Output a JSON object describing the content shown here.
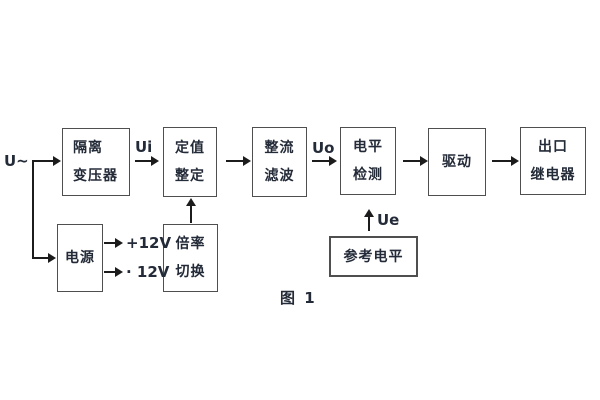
{
  "figure": {
    "caption": "图 1",
    "background": "#ffffff"
  },
  "colors": {
    "box_border": "#4f4f4f",
    "text": "#242b38",
    "arrow": "#1c1c1c"
  },
  "signals": {
    "input": "U~",
    "ui": "Ui",
    "uo": "Uo",
    "ue": "Ue",
    "plus_12v": "+12V",
    "minus_12v": "· 12V"
  },
  "blocks": {
    "isolation_transformer": {
      "lines": [
        "隔离",
        "变压器"
      ]
    },
    "setting": {
      "lines": [
        "定值",
        "整定"
      ]
    },
    "rectifier_filter": {
      "lines": [
        "整流",
        "滤波"
      ]
    },
    "level_detection": {
      "lines": [
        "电平",
        "检测"
      ]
    },
    "drive": {
      "lines": [
        "驱动"
      ]
    },
    "output_relay": {
      "lines": [
        "出口",
        "继电器"
      ]
    },
    "power_supply": {
      "lines": [
        "电源"
      ]
    },
    "multiplier_switch": {
      "lines": [
        "倍率",
        "切换"
      ]
    },
    "reference_level": {
      "lines": [
        "参考电平"
      ]
    }
  }
}
